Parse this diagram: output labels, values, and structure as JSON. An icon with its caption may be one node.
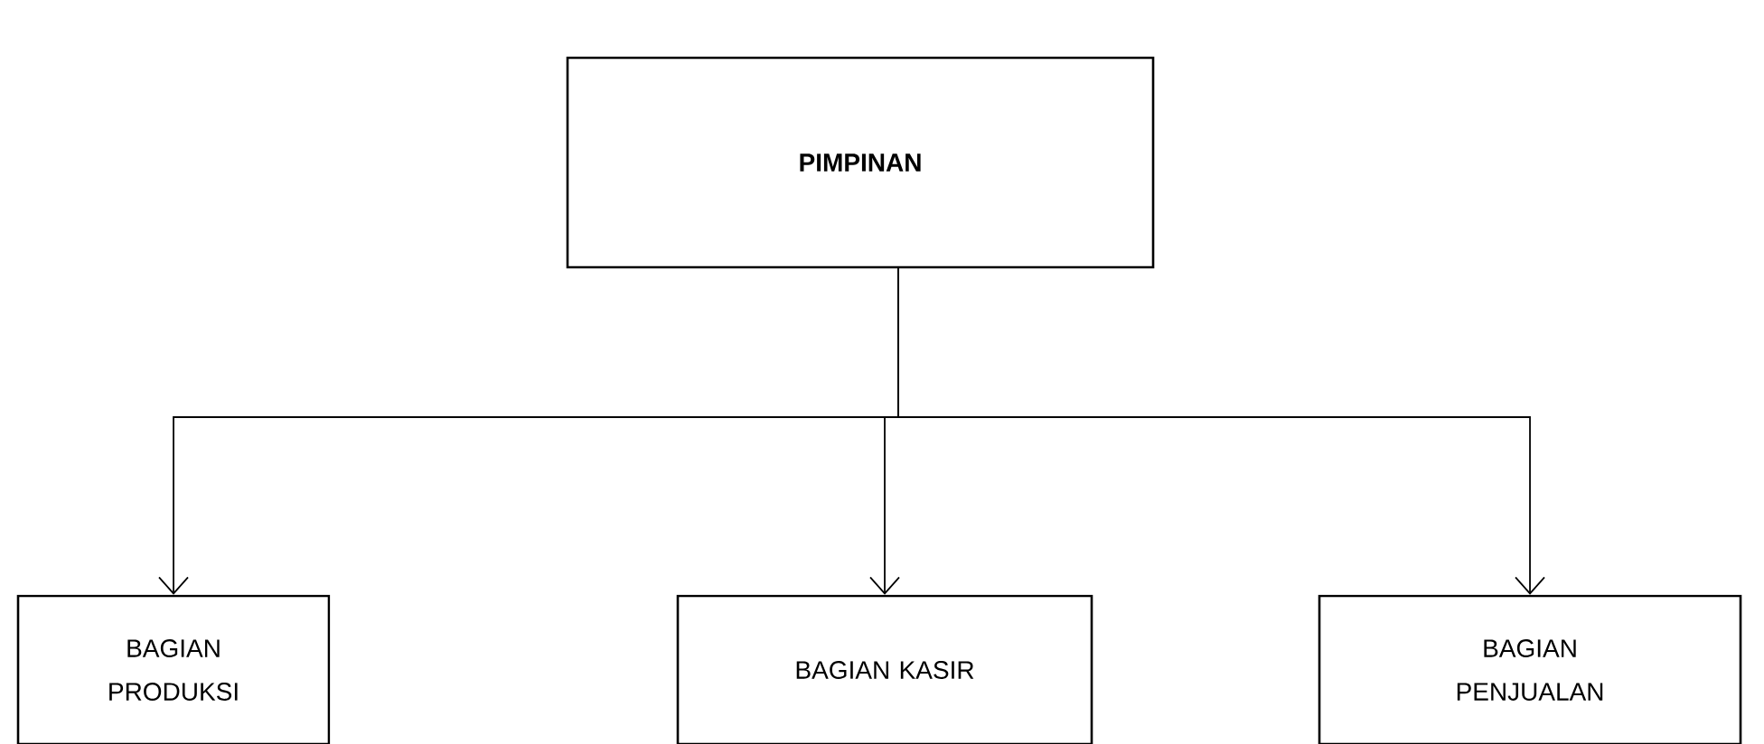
{
  "diagram": {
    "nodes": [
      {
        "text": [
          "**PIMPINAN**"
        ]
      },
      {
        "text": [
          "BAGIAN PRODUKSI"
        ]
      },
      {
        "text": [
          "BAGIAN KASIR"
        ]
      },
      {
        "text": [
          "BAGIAN PENJUALAN"
        ]
      }
    ],
    "edges": [
      {
        "from": 0,
        "to": 1,
        "arrow": "to"
      },
      {
        "from": 0,
        "to": 2,
        "arrow": "to"
      },
      {
        "from": 0,
        "to": 3,
        "arrow": "to"
      }
    ]
  }
}
